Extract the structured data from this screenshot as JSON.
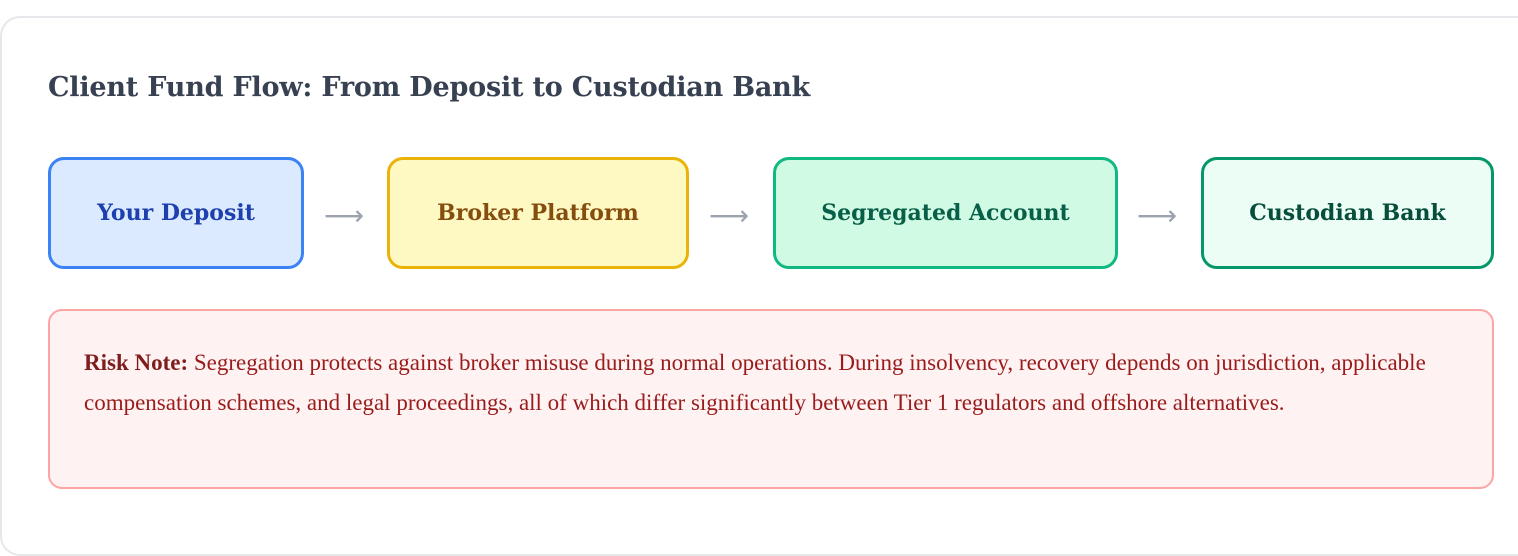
{
  "title": "Client Fund Flow: From Deposit to Custodian Bank",
  "flow": {
    "steps": [
      {
        "label": "Your Deposit"
      },
      {
        "label": "Broker Platform"
      },
      {
        "label": "Segregated Account"
      },
      {
        "label": "Custodian Bank"
      }
    ],
    "arrow_glyph": "⟶"
  },
  "risk_note": {
    "label": "Risk Note:",
    "text": "Segregation protects against broker misuse during normal operations. During insolvency, recovery depends on jurisdiction, applicable compensation schemes, and legal proceedings, all of which differ significantly between Tier 1 regulators and offshore alternatives."
  },
  "colors": {
    "deposit": "#3b82f6",
    "broker": "#eab308",
    "segregated": "#10b981",
    "custodian": "#059669",
    "risk": "#fca5a5"
  }
}
